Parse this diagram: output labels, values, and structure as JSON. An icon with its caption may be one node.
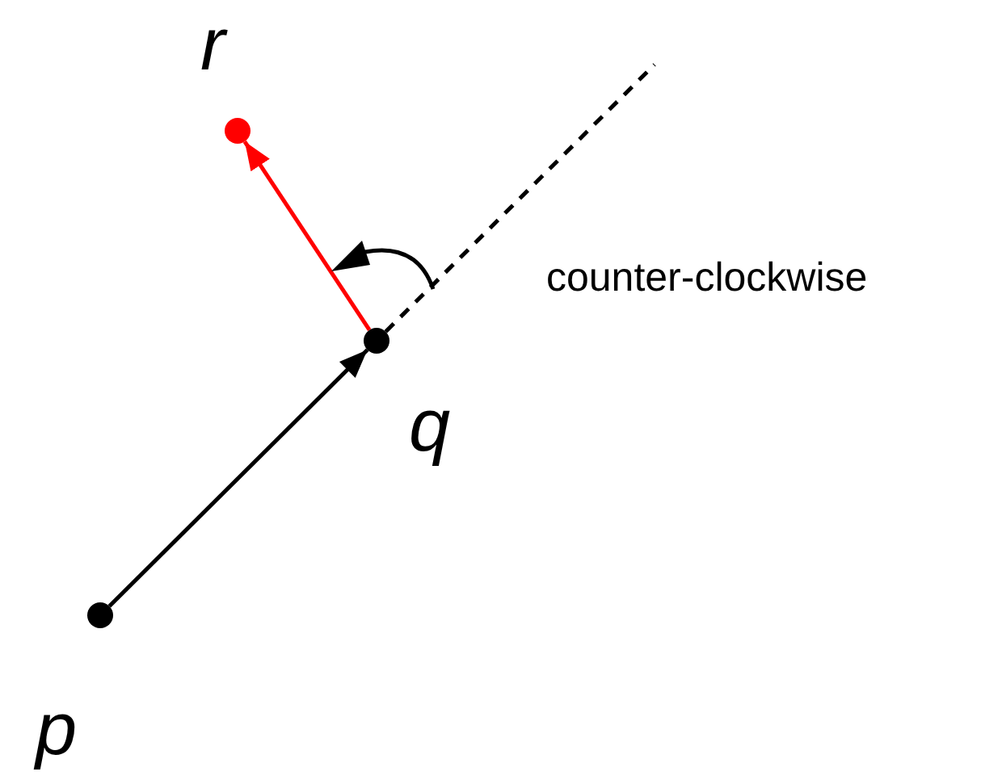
{
  "diagram": {
    "nodes": [
      {
        "text": [],
        "shape": "circle",
        "beside": [
          "p"
        ]
      },
      {
        "text": [],
        "shape": "circle",
        "beside": [
          "q"
        ]
      },
      {
        "text": [],
        "shape": "circle",
        "beside": [
          "r"
        ]
      }
    ],
    "edges": [
      {
        "from": 0,
        "to": 1,
        "arrow": "to"
      },
      {
        "from": 1,
        "to": 2,
        "arrow": "to",
        "color": "#ff0000"
      },
      {
        "from": 1,
        "to": null,
        "arrow": "none",
        "style": "dashed"
      }
    ],
    "labels": [
      "counter-clockwise"
    ]
  }
}
